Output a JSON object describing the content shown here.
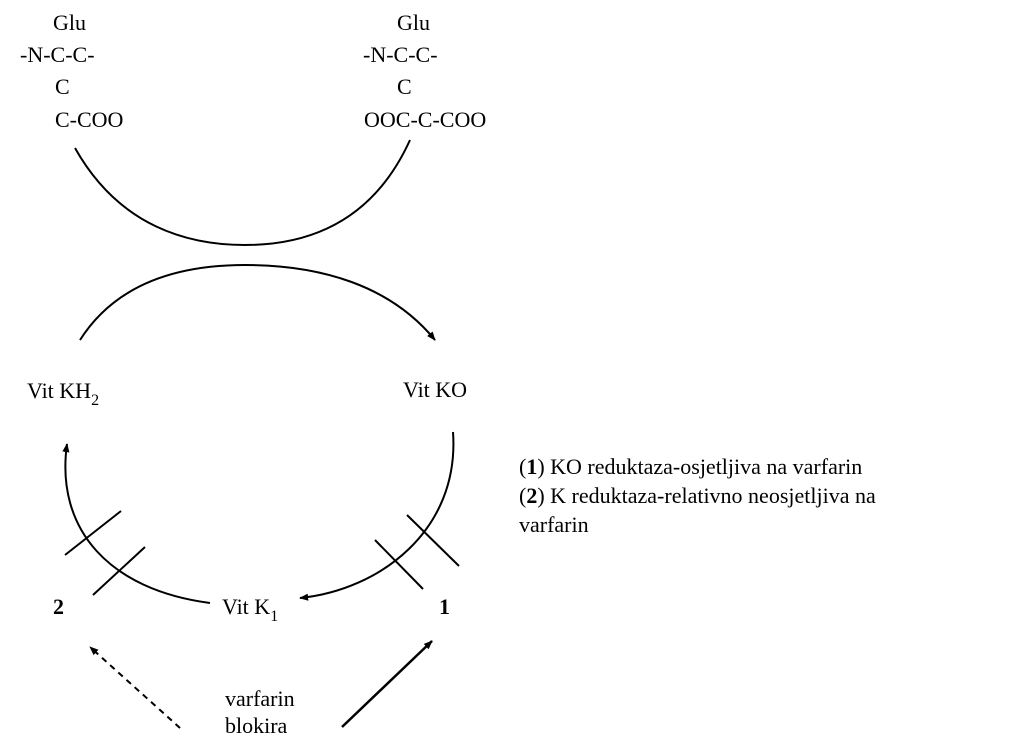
{
  "substrate_left": {
    "line1": "Glu",
    "line2": "-N-C-C-",
    "line3": "C",
    "line4": "C-COO"
  },
  "substrate_right": {
    "line1": "Glu",
    "line2": "-N-C-C-",
    "line3": "C",
    "line4": "OOC-C-COO"
  },
  "vit_kh2": {
    "text": "Vit KH",
    "subscript": "2"
  },
  "vit_ko": {
    "text": "Vit KO"
  },
  "vit_k1": {
    "text": "Vit K",
    "subscript": "1"
  },
  "enzyme_labels": {
    "left": "2",
    "right": "1"
  },
  "inhibitor": {
    "line1": "varfarin",
    "line2": "blokira"
  },
  "legend": {
    "item1": {
      "open": "(",
      "number": "1",
      "text": ") KO reduktaza-osjetljiva na varfarin"
    },
    "item2": {
      "open": "(",
      "number": "2",
      "text": ") K reduktaza-relativno neosjetljiva na",
      "continuation": "varfarin"
    }
  },
  "colors": {
    "ink": "#000000",
    "background": "#ffffff"
  }
}
